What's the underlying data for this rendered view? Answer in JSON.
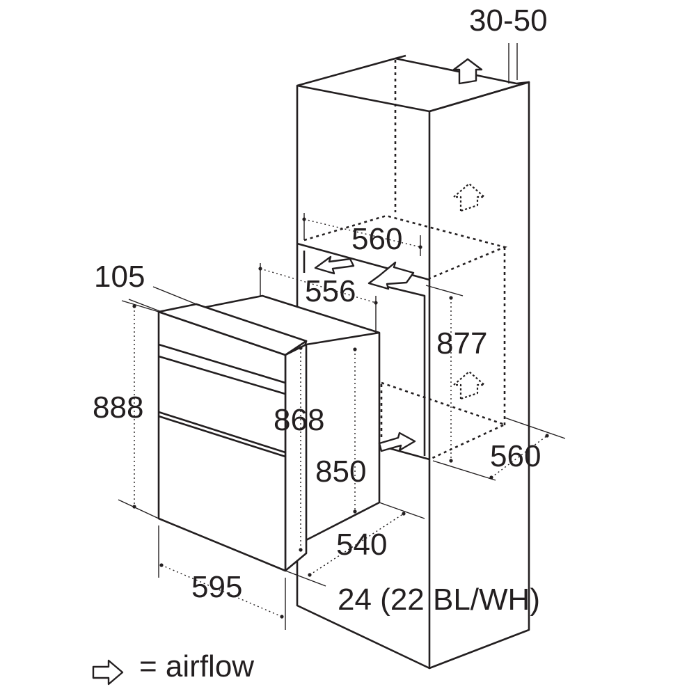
{
  "dimensions": {
    "vent_gap": "30-50",
    "niche_depth": "560",
    "niche_width": "556",
    "niche_height": "877",
    "cabinet_depth": "560",
    "front_panel_top": "105",
    "appliance_height": "888",
    "body_height": "868",
    "body_height_inner": "850",
    "body_depth": "540",
    "appliance_width": "595",
    "front_offset": "24 (22 BL/WH)"
  },
  "legend": {
    "icon": "airflow-arrow-icon",
    "label": "= airflow"
  }
}
